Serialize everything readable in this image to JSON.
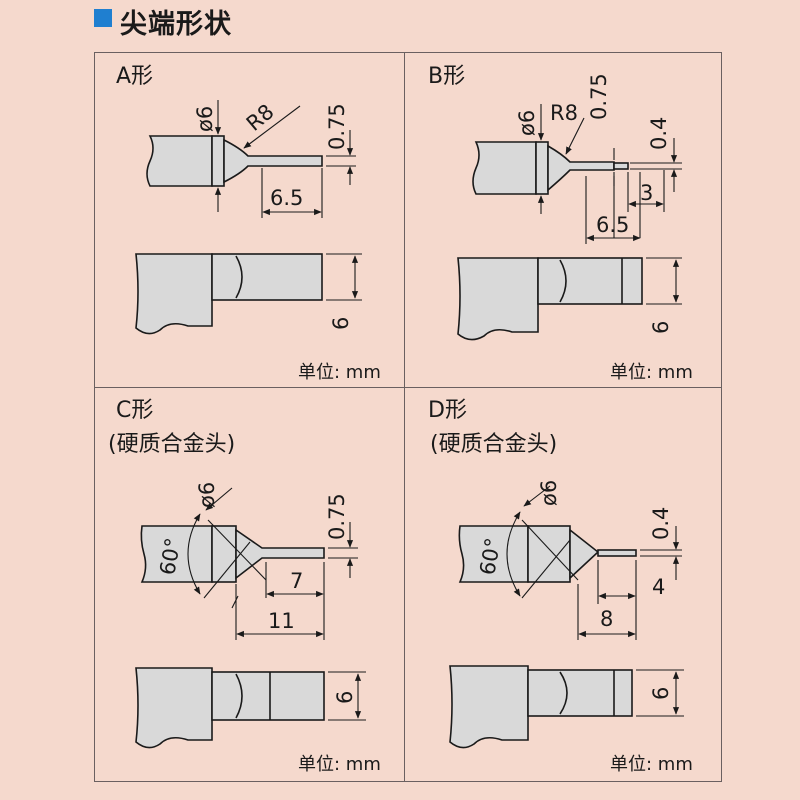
{
  "header": {
    "title": "尖端形状",
    "marker_color": "#1f7fd0"
  },
  "panels": {
    "a": {
      "title": "A形",
      "subtitle": "",
      "dims": {
        "dia": "ø6",
        "radius": "R8",
        "tip": "0.75",
        "length": "6.5",
        "height": "6"
      },
      "unit": "单位: mm"
    },
    "b": {
      "title": "B形",
      "subtitle": "",
      "dims": {
        "dia": "ø6",
        "radius": "R8",
        "tip": "0.75",
        "tip2": "0.4",
        "length_short": "3",
        "length": "6.5",
        "height": "6"
      },
      "unit": "单位: mm"
    },
    "c": {
      "title": "C形",
      "subtitle": "(硬质合金头)",
      "dims": {
        "dia": "ø6",
        "angle": "60°",
        "tip": "0.75",
        "length_short": "7",
        "length": "11",
        "height": "6"
      },
      "unit": "单位: mm"
    },
    "d": {
      "title": "D形",
      "subtitle": "(硬质合金头)",
      "dims": {
        "dia": "ø6",
        "angle": "60°",
        "tip": "0.4",
        "length_short": "4",
        "length": "8",
        "height": "6"
      },
      "unit": "单位: mm"
    }
  },
  "colors": {
    "background": "#f5d9cd",
    "part_fill": "#d9d9d9",
    "line": "#1a1a1a"
  }
}
